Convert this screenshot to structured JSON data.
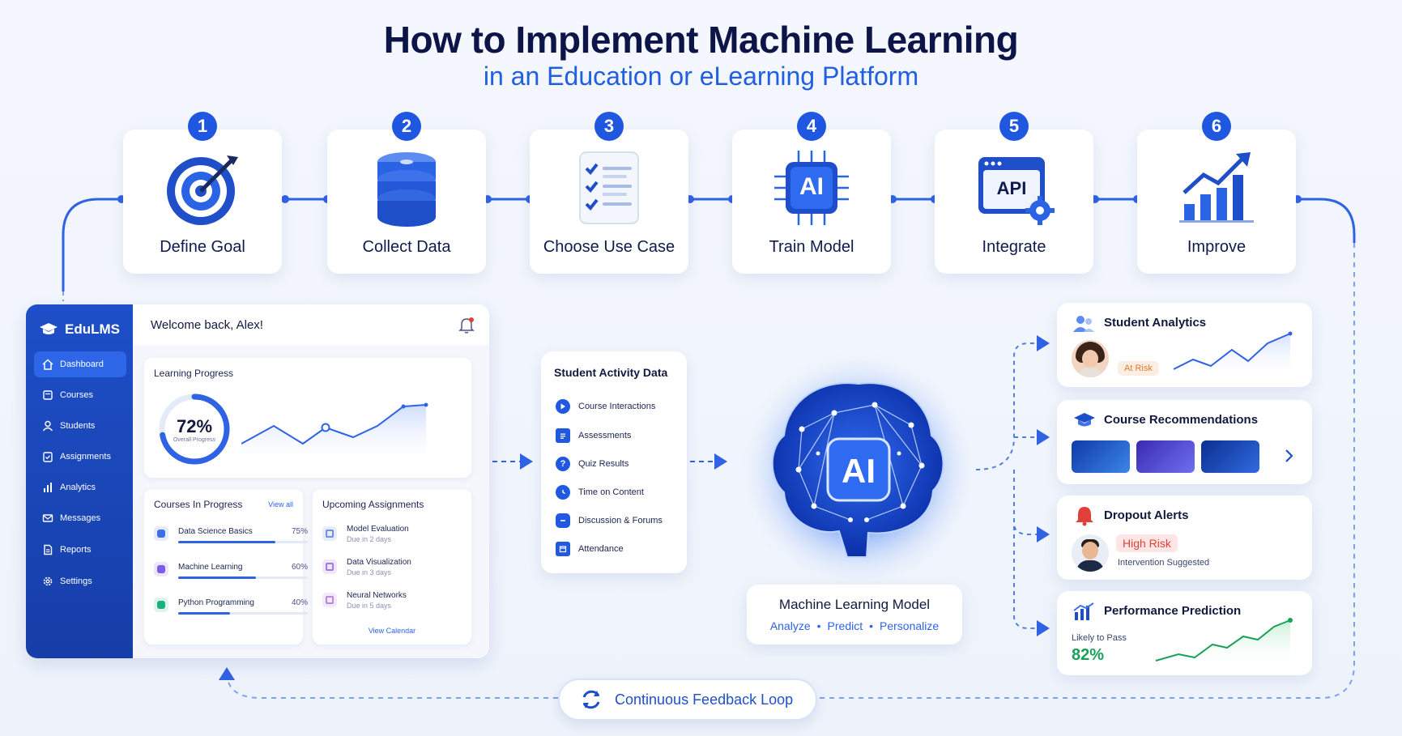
{
  "header": {
    "title": "How to Implement Machine Learning",
    "subtitle": "in an Education or eLearning Platform"
  },
  "steps": [
    {
      "number": "1",
      "label": "Define Goal",
      "icon": "target-icon"
    },
    {
      "number": "2",
      "label": "Collect Data",
      "icon": "database-icon"
    },
    {
      "number": "3",
      "label": "Choose Use Case",
      "icon": "checklist-icon"
    },
    {
      "number": "4",
      "label": "Train Model",
      "icon": "ai-chip-icon",
      "icon_text": "AI"
    },
    {
      "number": "5",
      "label": "Integrate",
      "icon": "api-window-icon",
      "icon_text": "API"
    },
    {
      "number": "6",
      "label": "Improve",
      "icon": "growth-chart-icon"
    }
  ],
  "lms": {
    "brand": "EduLMS",
    "welcome": "Welcome back, Alex!",
    "nav": [
      {
        "label": "Dashboard",
        "icon": "home-icon",
        "active": true
      },
      {
        "label": "Courses",
        "icon": "book-icon"
      },
      {
        "label": "Students",
        "icon": "user-icon"
      },
      {
        "label": "Assignments",
        "icon": "clipboard-icon"
      },
      {
        "label": "Analytics",
        "icon": "bar-chart-icon"
      },
      {
        "label": "Messages",
        "icon": "mail-icon"
      },
      {
        "label": "Reports",
        "icon": "document-icon"
      },
      {
        "label": "Settings",
        "icon": "gear-icon"
      }
    ],
    "progress": {
      "title": "Learning Progress",
      "percent_label": "72%",
      "percent": 0.72,
      "caption": "Overall Progress"
    },
    "courses": {
      "title": "Courses In Progress",
      "view_all": "View all",
      "items": [
        {
          "name": "Data Science Basics",
          "pct_label": "75%",
          "pct": 0.75,
          "color": "#3b6fe6"
        },
        {
          "name": "Machine Learning",
          "pct_label": "60%",
          "pct": 0.6,
          "color": "#7c5be8"
        },
        {
          "name": "Python Programming",
          "pct_label": "40%",
          "pct": 0.4,
          "color": "#1fae7e"
        }
      ]
    },
    "assignments": {
      "title": "Upcoming Assignments",
      "link": "View Calendar",
      "items": [
        {
          "name": "Model Evaluation",
          "due": "Due in 2 days",
          "color": "#6f8ee8"
        },
        {
          "name": "Data Visualization",
          "due": "Due in 3 days",
          "color": "#a57ae6"
        },
        {
          "name": "Neural Networks",
          "due": "Due in 5 days",
          "color": "#b68ae0"
        }
      ]
    }
  },
  "activity": {
    "title": "Student Activity Data",
    "items": [
      {
        "label": "Course Interactions",
        "icon": "play-icon"
      },
      {
        "label": "Assessments",
        "icon": "document-icon"
      },
      {
        "label": "Quiz Results",
        "icon": "question-icon"
      },
      {
        "label": "Time on Content",
        "icon": "clock-icon"
      },
      {
        "label": "Discussion & Forums",
        "icon": "chat-icon"
      },
      {
        "label": "Attendance",
        "icon": "calendar-icon"
      }
    ]
  },
  "model": {
    "brain_text": "AI",
    "title": "Machine Learning Model",
    "tags": [
      "Analyze",
      "Predict",
      "Personalize"
    ]
  },
  "outputs": {
    "analytics": {
      "title": "Student Analytics",
      "badge": "At Risk"
    },
    "recommendations": {
      "title": "Course Recommendations"
    },
    "dropout": {
      "title": "Dropout Alerts",
      "badge": "High Risk",
      "note": "Intervention Suggested"
    },
    "prediction": {
      "title": "Performance Prediction",
      "caption": "Likely to Pass",
      "value": "82%"
    }
  },
  "feedback": {
    "label": "Continuous Feedback Loop"
  },
  "colors": {
    "primary": "#1f57e0",
    "navy": "#0c1448",
    "success": "#1aa05a",
    "danger": "#e0403a",
    "warning": "#e07a2a"
  }
}
